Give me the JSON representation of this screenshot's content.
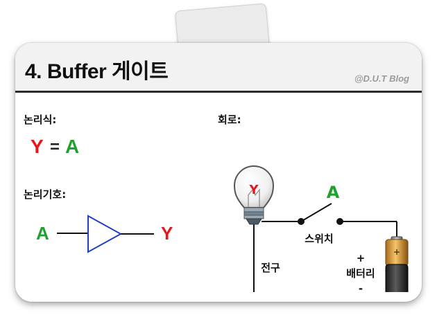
{
  "header": {
    "title": "4. Buffer 게이트",
    "blog": "@D.U.T Blog"
  },
  "logic": {
    "expression_label": "논리식:",
    "expr_output": "Y",
    "expr_equals": "=",
    "expr_input": "A",
    "symbol_label": "논리기호:",
    "gate_input": "A",
    "gate_output": "Y"
  },
  "circuit": {
    "label": "회로:",
    "bulb_letter": "Y",
    "switch_letter": "A",
    "switch_label": "스위치",
    "bulb_label": "전구",
    "battery_plus": "+",
    "battery_label": "배터리",
    "battery_minus": "-"
  },
  "colors": {
    "input": "#1fa12e",
    "output": "#e8161c",
    "gate_stroke": "#1f3fbf",
    "header_bg": "#f2f2f2"
  }
}
